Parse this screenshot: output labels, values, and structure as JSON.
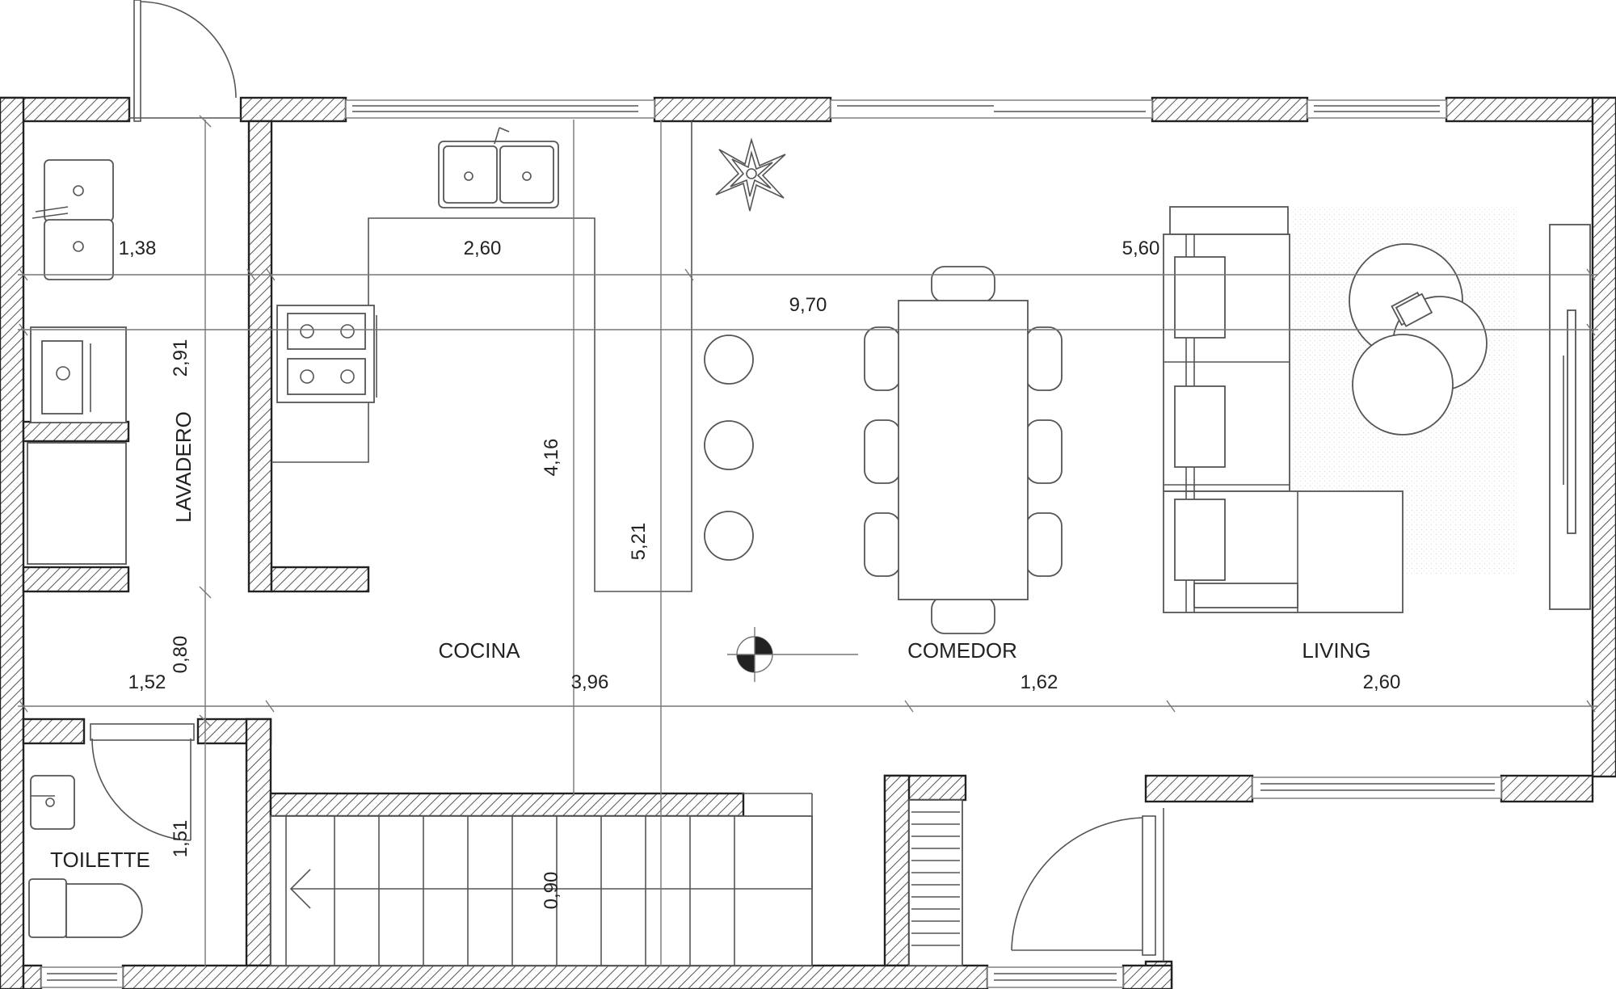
{
  "rooms": {
    "lavadero": "LAVADERO",
    "cocina": "COCINA",
    "comedor": "COMEDOR",
    "living": "LIVING",
    "toilette": "TOILETTE"
  },
  "dimensions": {
    "d_138": "1,38",
    "d_260_kitchen": "2,60",
    "d_560": "5,60",
    "d_970": "9,70",
    "d_291": "2,91",
    "d_416": "4,16",
    "d_521": "5,21",
    "d_080": "0,80",
    "d_152": "1,52",
    "d_396": "3,96",
    "d_162": "1,62",
    "d_260_living": "2,60",
    "d_151": "1,51",
    "d_090": "0,90"
  },
  "colors": {
    "wall_stroke": "#222222",
    "hatch": "#555555",
    "furniture_stroke": "#555555",
    "dimension_line": "#777777",
    "rug_dots": "#dddddd"
  }
}
